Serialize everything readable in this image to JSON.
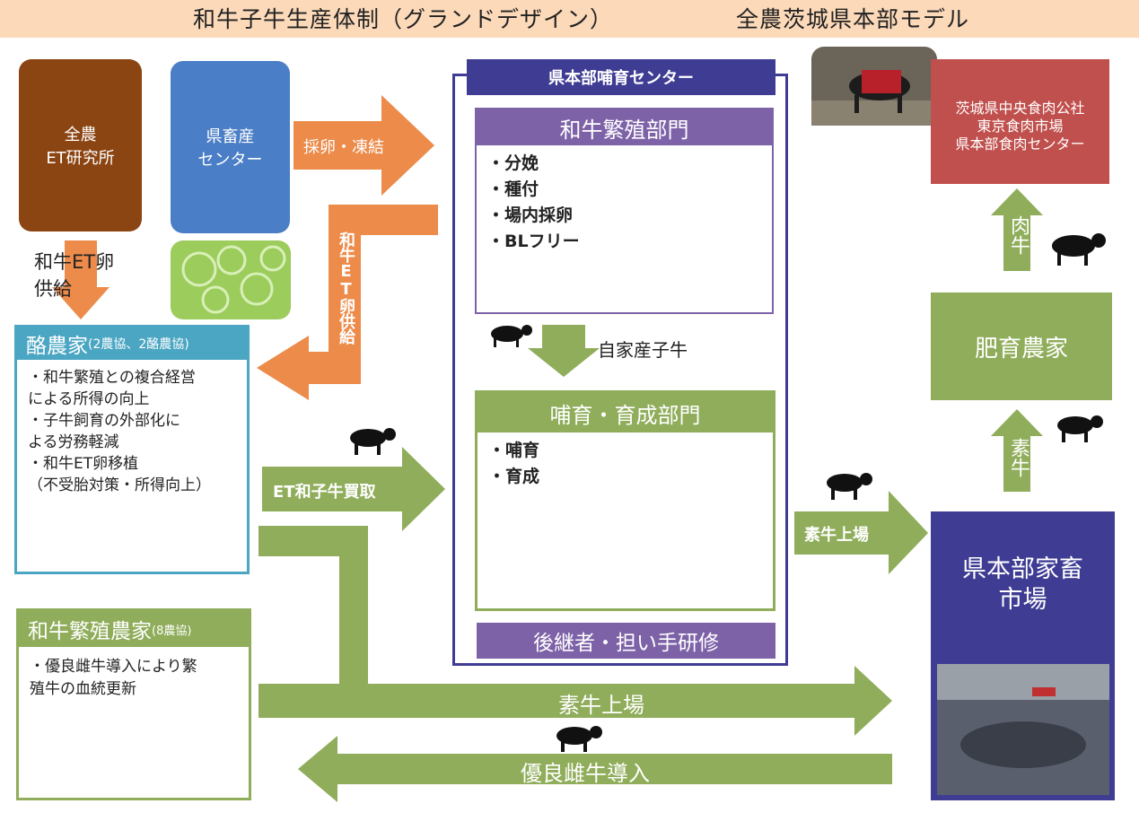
{
  "title": {
    "main": "和牛子牛生産体制（グランドデザイン）",
    "model": "全農茨城県本部モデル"
  },
  "colors": {
    "brown": "#8b4513",
    "blue": "#4a7ec6",
    "orange_arrow": "#ec8b4a",
    "green": "#8fad5a",
    "purple": "#7e62a8",
    "navy": "#3f3c94",
    "teal_frame": "#4aa6c2",
    "red_box": "#c0504d",
    "title_bg": "#fbd9b9"
  },
  "boxes": {
    "et_lab_line1": "全農",
    "et_lab_line2": "ET研究所",
    "livestock_center_line1": "県畜産",
    "livestock_center_line2": "センター",
    "meat_markets": [
      "茨城県中央食肉公社",
      "東京食肉市場",
      "県本部食肉センター"
    ],
    "fattening_farm": "肥育農家",
    "market_line1": "県本部家畜",
    "market_line2": "市場"
  },
  "dairy": {
    "title": "酪農家",
    "note": "(2農協、2酪農協)",
    "items": [
      "・和牛繁殖との複合経営",
      "による所得の向上",
      "・子牛飼育の外部化に",
      "よる労務軽減",
      "・和牛ET卵移植",
      "（不受胎対策・所得向上）"
    ]
  },
  "breeder": {
    "title": "和牛繁殖農家",
    "note": "(8農協)",
    "items": [
      "・優良雌牛導入により繁",
      "殖牛の血統更新"
    ]
  },
  "center": {
    "title": "県本部哺育センター",
    "breeding_title": "和牛繁殖部門",
    "breeding_items": [
      "・分娩",
      "・種付",
      "・場内採卵",
      "・BLフリー"
    ],
    "nursing_title": "哺育・育成部門",
    "nursing_items": [
      "・哺育",
      "・育成"
    ],
    "own_calf": "自家産子牛",
    "training": "後継者・担い手研修"
  },
  "arrows": {
    "et_supply_left": "和牛ET卵供給",
    "egg_freeze": "採卵・凍結",
    "et_supply_vertical": "和牛ET卵供給",
    "et_calf_purchase": "ET和子牛買取",
    "calf_to_market_center": "素牛上場",
    "calf_to_market_bottom": "素牛上場",
    "cow_introduction": "優良雌牛導入",
    "calf_up": "素牛",
    "meat_up": "肉牛"
  }
}
